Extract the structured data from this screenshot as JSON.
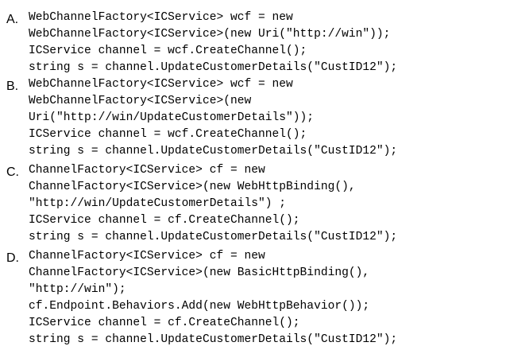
{
  "options": [
    {
      "letter": "A.",
      "lines": [
        "WebChannelFactory<ICService> wcf = new",
        "WebChannelFactory<ICService>(new Uri(\"http://win\"));",
        "ICService channel = wcf.CreateChannel();",
        "string s = channel.UpdateCustomerDetails(\"CustID12\");"
      ]
    },
    {
      "letter": "B.",
      "lines": [
        "WebChannelFactory<ICService> wcf = new",
        "WebChannelFactory<ICService>(new",
        "Uri(\"http://win/UpdateCustomerDetails\"));",
        "ICService channel = wcf.CreateChannel();",
        "string s = channel.UpdateCustomerDetails(\"CustID12\");"
      ]
    },
    {
      "letter": "C.",
      "lines": [
        "ChannelFactory<ICService> cf = new",
        "ChannelFactory<ICService>(new WebHttpBinding(),",
        "\"http://win/UpdateCustomerDetails\") ;",
        "ICService channel = cf.CreateChannel();",
        "string s = channel.UpdateCustomerDetails(\"CustID12\");"
      ]
    },
    {
      "letter": "D.",
      "lines": [
        "ChannelFactory<ICService> cf = new",
        "ChannelFactory<ICService>(new BasicHttpBinding(),",
        "\"http://win\");",
        "cf.Endpoint.Behaviors.Add(new WebHttpBehavior());",
        "ICService channel = cf.CreateChannel();",
        "string s = channel.UpdateCustomerDetails(\"CustID12\");"
      ]
    }
  ]
}
